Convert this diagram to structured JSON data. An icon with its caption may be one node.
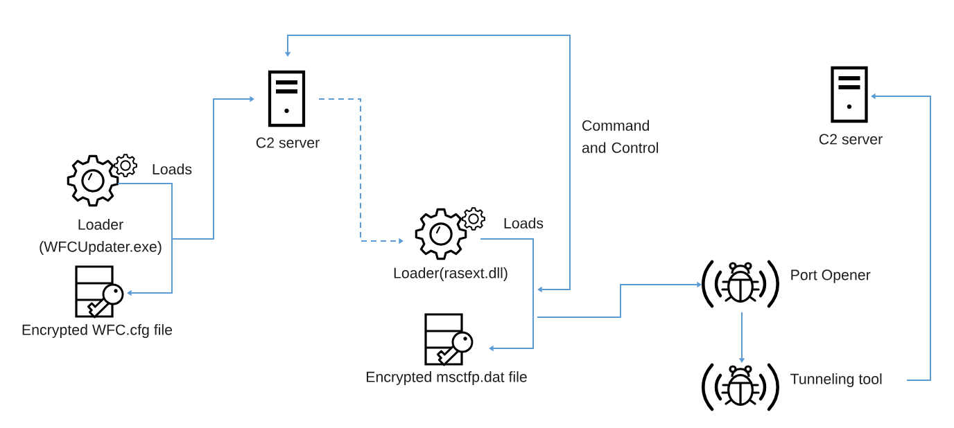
{
  "diagram": {
    "nodes": [
      {
        "text": [
          "Loader (WFCUpdater.exe)"
        ]
      },
      {
        "text": [
          "C2 server"
        ]
      },
      {
        "text": [
          "Encrypted WFC.cfg file"
        ]
      },
      {
        "text": [
          "Loader(rasext.dll)"
        ]
      },
      {
        "text": [
          "Encrypted msctfp.dat file"
        ]
      },
      {
        "text": [
          "Port Opener"
        ]
      },
      {
        "text": [
          "Tunneling tool"
        ]
      },
      {
        "text": [
          "C2 server"
        ]
      }
    ],
    "edges": [
      {
        "from": 0,
        "to": 1,
        "arrow": "to"
      },
      {
        "from": 0,
        "to": 2,
        "arrow": "to",
        "label": "Loads"
      },
      {
        "from": 1,
        "to": 3,
        "arrow": "to",
        "style": "dashed"
      },
      {
        "from": 3,
        "to": 4,
        "arrow": "to",
        "label": "Loads"
      },
      {
        "from": 3,
        "to": 1,
        "arrow": "both",
        "label": "Command and Control"
      },
      {
        "from": 3,
        "to": 5,
        "arrow": "to"
      },
      {
        "from": 5,
        "to": 6,
        "arrow": "to"
      },
      {
        "from": 6,
        "to": 7,
        "arrow": "to"
      }
    ]
  }
}
